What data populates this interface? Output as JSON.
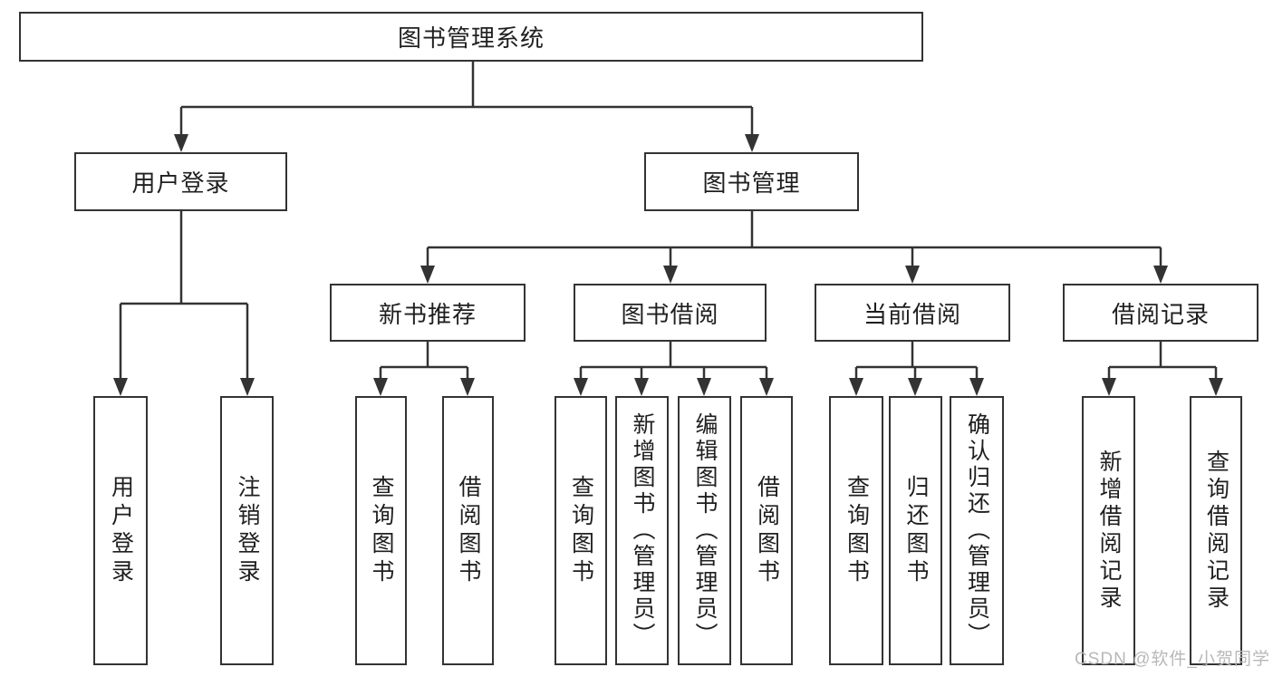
{
  "colors": {
    "line": "#333333",
    "box_border": "#333333",
    "text": "#1f1f1f",
    "watermark": "#b8b8b8",
    "background": "#ffffff"
  },
  "diagram": {
    "root": {
      "label": "图书管理系统"
    },
    "branches": {
      "user_login": {
        "label": "用户登录",
        "children": {
          "login": {
            "label": "用户登录"
          },
          "logout": {
            "label": "注销登录"
          }
        }
      },
      "book_mgmt": {
        "label": "图书管理",
        "children": {
          "new_book_rec": {
            "label": "新书推荐",
            "children": {
              "query_book": {
                "label": "查询图书"
              },
              "borrow_book": {
                "label": "借阅图书"
              }
            }
          },
          "book_borrow": {
            "label": "图书借阅",
            "children": {
              "query_book": {
                "label": "查询图书"
              },
              "add_book": {
                "label": "新增图书（管理员）"
              },
              "edit_book": {
                "label": "编辑图书（管理员）"
              },
              "borrow_book": {
                "label": "借阅图书"
              }
            }
          },
          "current_borrow": {
            "label": "当前借阅",
            "children": {
              "query_book": {
                "label": "查询图书"
              },
              "return_book": {
                "label": "归还图书"
              },
              "confirm_return": {
                "label": "确认归还（管理员）"
              }
            }
          },
          "borrow_record": {
            "label": "借阅记录",
            "children": {
              "add_record": {
                "label": "新增借阅记录"
              },
              "query_record": {
                "label": "查询借阅记录"
              }
            }
          }
        }
      }
    }
  },
  "watermark": {
    "text": "CSDN @软件_小贺同学"
  }
}
